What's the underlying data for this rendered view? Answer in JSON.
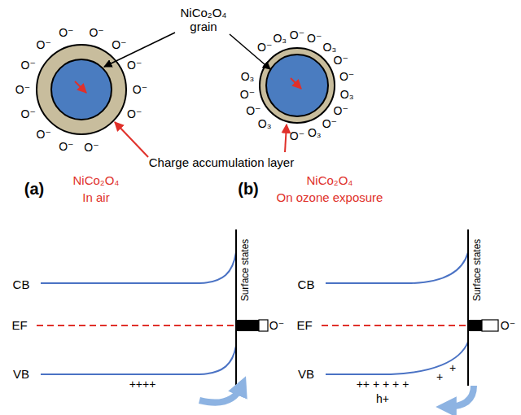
{
  "diagram": {
    "labels": [
      "NiCo₂O₄ grain",
      "O⁻",
      "O⁻",
      "O⁻",
      "O⁻",
      "O⁻",
      "O⁻",
      "O⁻",
      "O⁻",
      "O⁻",
      "O⁻",
      "O⁻",
      "O⁻",
      "O⁻",
      "O⁻",
      "O⁻",
      "O₃",
      "O⁻",
      "O⁻",
      "O₃",
      "O⁻",
      "O⁻",
      "O₃",
      "O⁻",
      "O₃",
      "O⁻",
      "O⁻",
      "O₃",
      "O⁻",
      "O₃",
      "Charge accumulation layer",
      "(a)",
      "NiCo₂O₄",
      "In air",
      "(b)",
      "NiCo₂O₄",
      "On ozone exposure",
      "CB",
      "EF",
      "VB",
      "Surface states",
      "O⁻",
      "++++",
      "CB",
      "EF",
      "VB",
      "Surface states",
      "O⁻",
      "++ + + + +",
      "+",
      "+",
      "h+"
    ]
  }
}
